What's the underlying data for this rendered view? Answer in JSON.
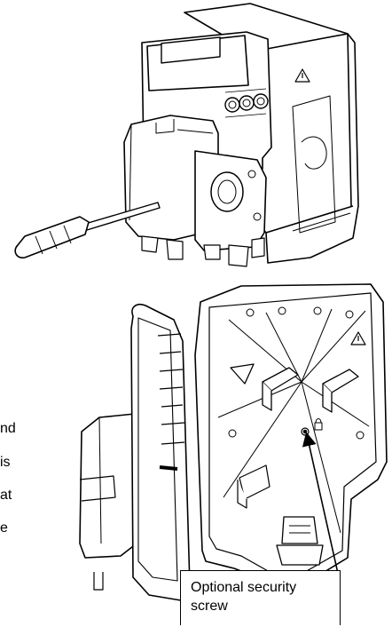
{
  "body_text_fragments": [
    "nd",
    "is",
    "at",
    "e"
  ],
  "callout": {
    "line1": "Optional security",
    "line2": "screw"
  },
  "icons": {
    "top_illustration": "pump-with-screwdriver-illustration",
    "bottom_illustration": "open-pump-housing-illustration",
    "pointer": "callout-arrow"
  },
  "colors": {
    "line": "#000000",
    "background": "#ffffff"
  }
}
